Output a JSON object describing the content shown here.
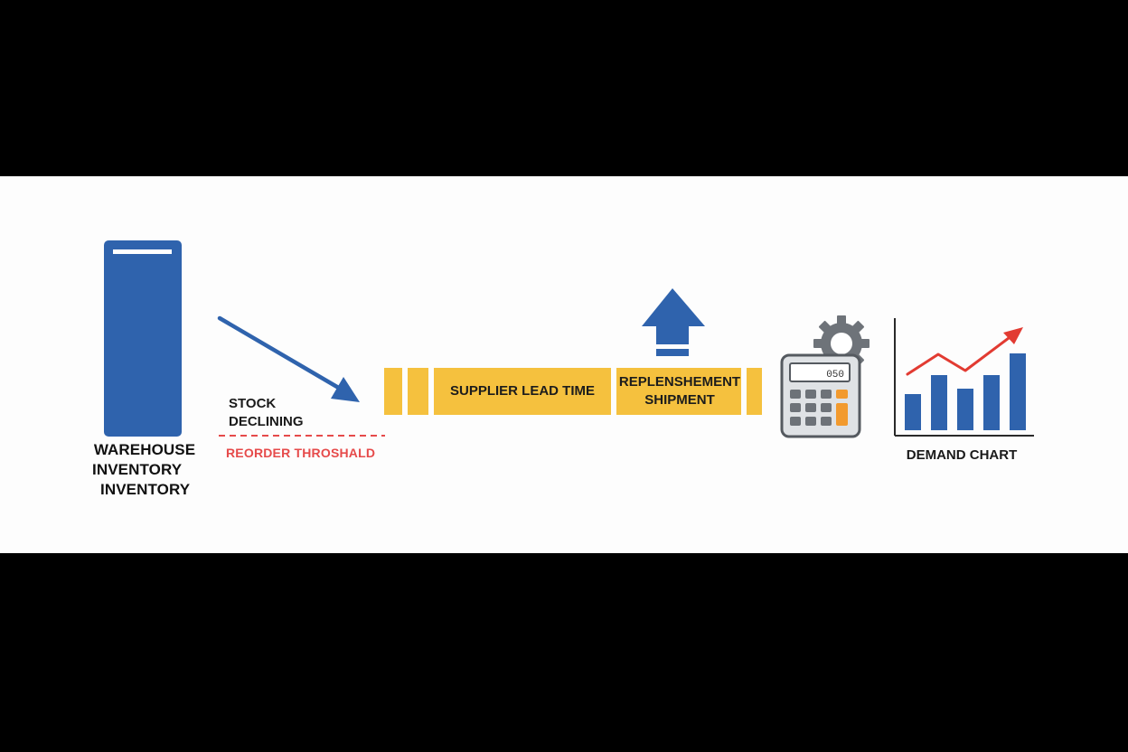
{
  "diagram": {
    "inventory": {
      "label_lines": [
        "WAREHOUSE",
        "INVENTORY",
        "INVENTORY"
      ],
      "icon": "warehouse-bin-icon",
      "color": "#2f63ad"
    },
    "stock": {
      "label_lines": [
        "STOCK",
        "DECLINING"
      ],
      "arrow_icon": "down-right-arrow-icon"
    },
    "reorder": {
      "label": "REORDER THROSHALD",
      "color": "#e64a4a"
    },
    "timeline": {
      "color": "#f5c13e",
      "lead_time_label": "SUPPLIER LEAD TIME",
      "shipment_label_lines": [
        "REPLENSHEMENT",
        "SHIPMENT"
      ],
      "up_arrow_icon": "up-arrow-icon"
    },
    "calculator": {
      "icon": "calculator-gear-icon",
      "display_value": "050"
    },
    "demand": {
      "label": "DEMAND CHART",
      "icon": "bar-chart-trend-icon",
      "bar_color": "#2f63ad",
      "trend_color": "#e23b32"
    }
  }
}
